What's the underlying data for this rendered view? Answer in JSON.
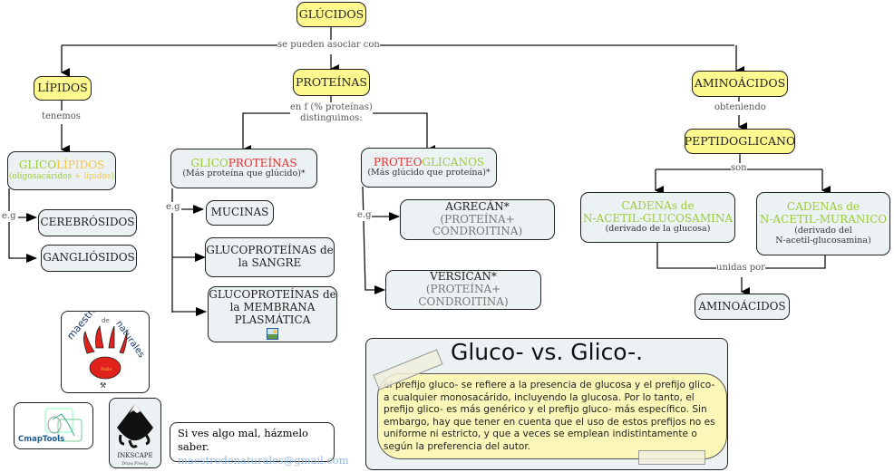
{
  "nodes": {
    "glucidos": {
      "label": "GLÚCIDOS"
    },
    "lipidos": {
      "label": "LÍPIDOS"
    },
    "proteinas": {
      "label": "PROTEÍNAS"
    },
    "aminoacidos_top": {
      "label": "AMINOÁCIDOS"
    },
    "peptidoglicano": {
      "label": "PEPTIDOGLICANO"
    },
    "glicolipidos": {
      "part1": "GLICO",
      "part2": "LÍPIDOS",
      "sub_part1": "(oligosacáridos",
      "sub_plus": " + ",
      "sub_part2": "lípidos",
      "sub_close": ")"
    },
    "glicoproteinas": {
      "part1": "GLICO",
      "part2": "PROTEÍNAS",
      "sub": "(Más proteína que glúcido)*"
    },
    "proteoglicanos": {
      "part1": "PROTEO",
      "part2": "GLICANOS",
      "sub": "(Más glúcido que proteína)*"
    },
    "cerebrosidos": {
      "label": "CEREBRÓSIDOS"
    },
    "gangliosidos": {
      "label": "GANGLIÓSIDOS"
    },
    "mucinas": {
      "label": "MUCINAS"
    },
    "glucoproteinas_sangre": {
      "line1": "GLUCOPROTEÍNAS de",
      "line2": "la SANGRE"
    },
    "glucoproteinas_membrana": {
      "line1": "GLUCOPROTEÍNAS de",
      "line2": "la MEMBRANA",
      "line3": "PLASMÁTICA",
      "attachment_icon": "image-icon"
    },
    "agrecan": {
      "label": "AGRECÁN*",
      "sub": "(PROTEÍNA+ CONDROITINA)"
    },
    "versican": {
      "label": "VERSICÁN*",
      "sub": "(PROTEÍNA+ CONDROITINA)"
    },
    "cadena_glucosamina": {
      "line1": "CADENAs de",
      "line2": "N-ACETIL-GLUCOSAMINA",
      "sub": "(derivado de la glucosa)"
    },
    "cadena_muranico": {
      "line1": "CADENAs de",
      "line2": "N-ACETIL-MURANICO",
      "sub1": "(derivado del",
      "sub2": "N-acetil-glucosamina)"
    },
    "aminoacidos_bottom": {
      "label": "AMINOÁCIDOS"
    }
  },
  "link_labels": {
    "se_pueden": "se pueden asociar con",
    "tenemos": "tenemos",
    "en_f_line1": "en f (% proteínas)",
    "en_f_line2": "distinguimos:",
    "obteniendo": "obteniendo",
    "son": "son",
    "unidas_por": "unidas por",
    "eg1": "e.g",
    "eg2": "e.g",
    "eg3": "e.g"
  },
  "note": {
    "title": "Gluco- vs. Glico-.",
    "body": "el prefijo gluco- se refiere a la presencia de glucosa y el prefijo glico- a cualquier monosacárido, incluyendo la glucosa. Por lo tanto, el prefijo glico- es más genérico y el prefijo gluco- más específico. Sin embargo, hay que tener en cuenta que el uso de estos prefijos no es uniforme ni estricto, y que a veces se emplean indistintamente o según la preferencia del autor."
  },
  "logos": {
    "maestro": {
      "top": "maestro",
      "de": "de",
      "right": "naturales",
      "icon": "paw-print-icon"
    },
    "cmaptools": {
      "label": "CmapTools"
    },
    "inkscape": {
      "label": "INKSCAPE",
      "tagline": "Draw Freely."
    }
  },
  "contact": {
    "line1": "Si ves algo mal, házmelo saber.",
    "email": "maestrodenaturales@gmail.com"
  },
  "colors": {
    "yellow_node": "#fdf98f",
    "grey_node": "#ecf2f3",
    "green_text": "#9ccb3a",
    "orange_text": "#f5c842",
    "red_text": "#e0312f",
    "email": "#8fb8e3",
    "note_body": "#fbf7b8"
  }
}
